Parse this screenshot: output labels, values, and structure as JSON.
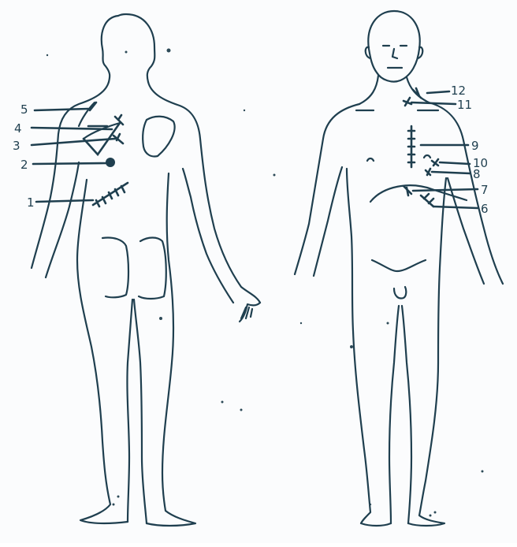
{
  "colors": {
    "ink": "#1f3f4f",
    "paper": "#fbfcfd"
  },
  "figures": {
    "back": {
      "labels": [
        {
          "id": "label-5",
          "text": "5"
        },
        {
          "id": "label-4",
          "text": "4"
        },
        {
          "id": "label-3",
          "text": "3"
        },
        {
          "id": "label-2",
          "text": "2"
        },
        {
          "id": "label-1",
          "text": "1"
        }
      ]
    },
    "front": {
      "labels": [
        {
          "id": "label-12",
          "text": "12"
        },
        {
          "id": "label-11",
          "text": "11"
        },
        {
          "id": "label-9",
          "text": "9"
        },
        {
          "id": "label-10",
          "text": "10"
        },
        {
          "id": "label-8",
          "text": "8"
        },
        {
          "id": "label-7",
          "text": "7"
        },
        {
          "id": "label-6",
          "text": "6"
        }
      ]
    }
  }
}
